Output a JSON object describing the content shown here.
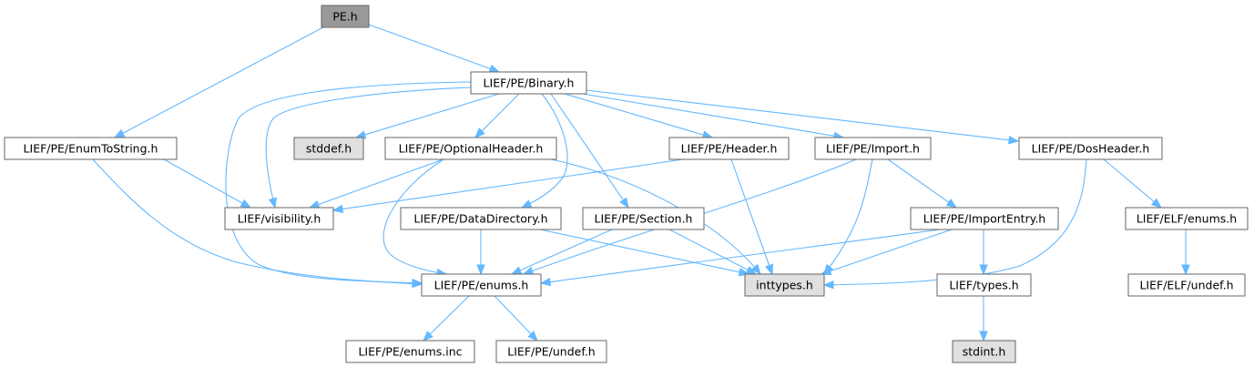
{
  "diagram": {
    "colors": {
      "root_fill": "#999999",
      "normal_fill": "#ffffff",
      "external_fill": "#e0e0e0",
      "edge": "#63b8ff",
      "border": "#666666"
    },
    "nodes": [
      {
        "id": "pe_h",
        "label": "PE.h",
        "kind": "root"
      },
      {
        "id": "binary_h",
        "label": "LIEF/PE/Binary.h",
        "kind": "normal"
      },
      {
        "id": "enumtostring_h",
        "label": "LIEF/PE/EnumToString.h",
        "kind": "normal"
      },
      {
        "id": "stddef_h",
        "label": "stddef.h",
        "kind": "external"
      },
      {
        "id": "optionalheader_h",
        "label": "LIEF/PE/OptionalHeader.h",
        "kind": "normal"
      },
      {
        "id": "header_h",
        "label": "LIEF/PE/Header.h",
        "kind": "normal"
      },
      {
        "id": "import_h",
        "label": "LIEF/PE/Import.h",
        "kind": "normal"
      },
      {
        "id": "dosheader_h",
        "label": "LIEF/PE/DosHeader.h",
        "kind": "normal"
      },
      {
        "id": "visibility_h",
        "label": "LIEF/visibility.h",
        "kind": "normal"
      },
      {
        "id": "datadirectory_h",
        "label": "LIEF/PE/DataDirectory.h",
        "kind": "normal"
      },
      {
        "id": "section_h",
        "label": "LIEF/PE/Section.h",
        "kind": "normal"
      },
      {
        "id": "importentry_h",
        "label": "LIEF/PE/ImportEntry.h",
        "kind": "normal"
      },
      {
        "id": "elf_enums_h",
        "label": "LIEF/ELF/enums.h",
        "kind": "normal"
      },
      {
        "id": "pe_enums_h",
        "label": "LIEF/PE/enums.h",
        "kind": "normal"
      },
      {
        "id": "inttypes_h",
        "label": "inttypes.h",
        "kind": "external"
      },
      {
        "id": "types_h",
        "label": "LIEF/types.h",
        "kind": "normal"
      },
      {
        "id": "elf_undef_h",
        "label": "LIEF/ELF/undef.h",
        "kind": "normal"
      },
      {
        "id": "pe_enums_inc",
        "label": "LIEF/PE/enums.inc",
        "kind": "normal"
      },
      {
        "id": "pe_undef_h",
        "label": "LIEF/PE/undef.h",
        "kind": "normal"
      },
      {
        "id": "stdint_h",
        "label": "stdint.h",
        "kind": "external"
      }
    ],
    "edges": [
      {
        "from": "pe_h",
        "to": "binary_h"
      },
      {
        "from": "pe_h",
        "to": "enumtostring_h"
      },
      {
        "from": "binary_h",
        "to": "stddef_h"
      },
      {
        "from": "binary_h",
        "to": "optionalheader_h"
      },
      {
        "from": "binary_h",
        "to": "header_h"
      },
      {
        "from": "binary_h",
        "to": "import_h"
      },
      {
        "from": "binary_h",
        "to": "dosheader_h"
      },
      {
        "from": "binary_h",
        "to": "visibility_h"
      },
      {
        "from": "binary_h",
        "to": "pe_enums_h"
      },
      {
        "from": "binary_h",
        "to": "datadirectory_h"
      },
      {
        "from": "binary_h",
        "to": "section_h"
      },
      {
        "from": "enumtostring_h",
        "to": "visibility_h"
      },
      {
        "from": "enumtostring_h",
        "to": "pe_enums_h"
      },
      {
        "from": "optionalheader_h",
        "to": "visibility_h"
      },
      {
        "from": "optionalheader_h",
        "to": "pe_enums_h"
      },
      {
        "from": "optionalheader_h",
        "to": "inttypes_h"
      },
      {
        "from": "header_h",
        "to": "visibility_h"
      },
      {
        "from": "header_h",
        "to": "inttypes_h"
      },
      {
        "from": "import_h",
        "to": "pe_enums_h"
      },
      {
        "from": "import_h",
        "to": "inttypes_h"
      },
      {
        "from": "import_h",
        "to": "importentry_h"
      },
      {
        "from": "dosheader_h",
        "to": "inttypes_h"
      },
      {
        "from": "dosheader_h",
        "to": "elf_enums_h"
      },
      {
        "from": "datadirectory_h",
        "to": "pe_enums_h"
      },
      {
        "from": "datadirectory_h",
        "to": "inttypes_h"
      },
      {
        "from": "section_h",
        "to": "pe_enums_h"
      },
      {
        "from": "section_h",
        "to": "inttypes_h"
      },
      {
        "from": "importentry_h",
        "to": "pe_enums_h"
      },
      {
        "from": "importentry_h",
        "to": "inttypes_h"
      },
      {
        "from": "importentry_h",
        "to": "types_h"
      },
      {
        "from": "elf_enums_h",
        "to": "elf_undef_h"
      },
      {
        "from": "pe_enums_h",
        "to": "pe_enums_inc"
      },
      {
        "from": "pe_enums_h",
        "to": "pe_undef_h"
      },
      {
        "from": "types_h",
        "to": "stdint_h"
      }
    ]
  }
}
